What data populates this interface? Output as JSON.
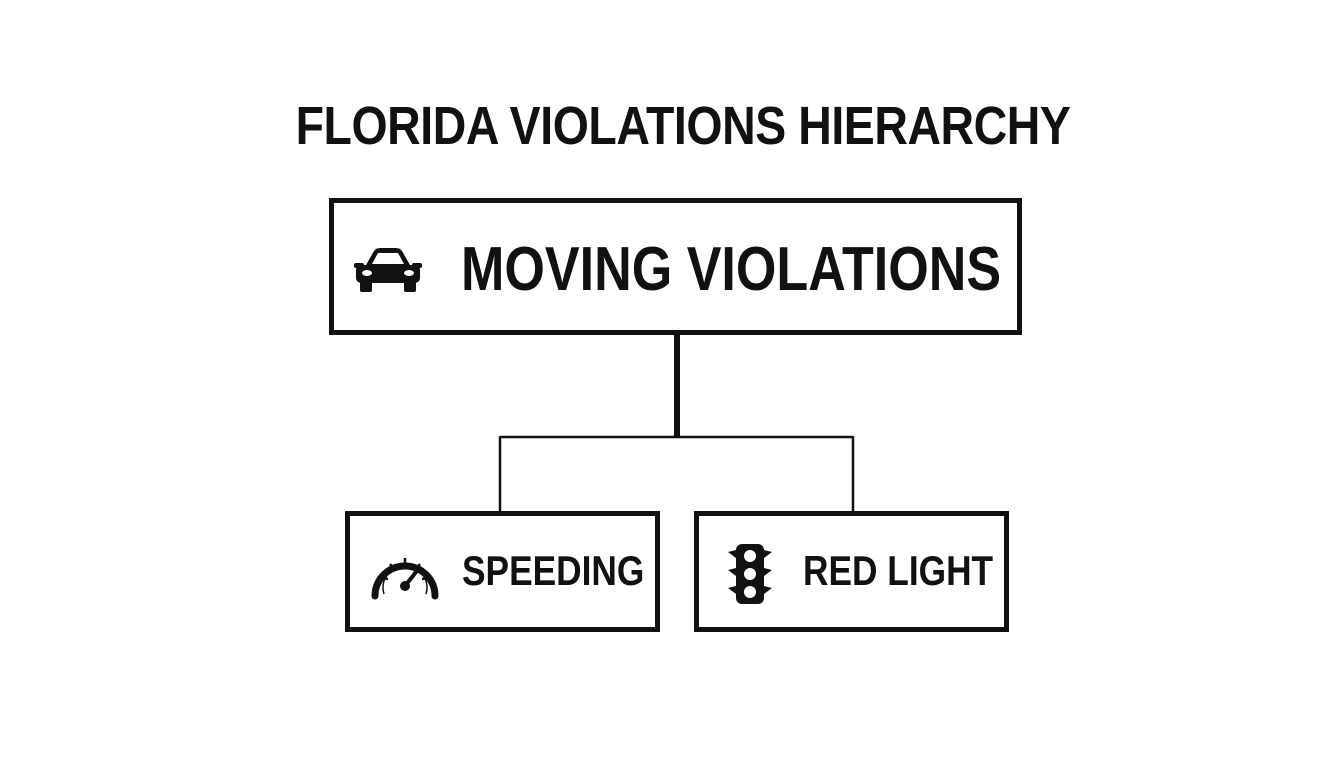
{
  "diagram": {
    "title": "FLORIDA VIOLATIONS HIERARCHY",
    "root": {
      "label": "MOVING VIOLATIONS",
      "icon": "car-icon"
    },
    "children": [
      {
        "label": "SPEEDING",
        "icon": "speedometer-icon"
      },
      {
        "label": "RED LIGHT",
        "icon": "traffic-light-icon"
      }
    ]
  },
  "colors": {
    "stroke": "#111111",
    "background": "#ffffff"
  }
}
